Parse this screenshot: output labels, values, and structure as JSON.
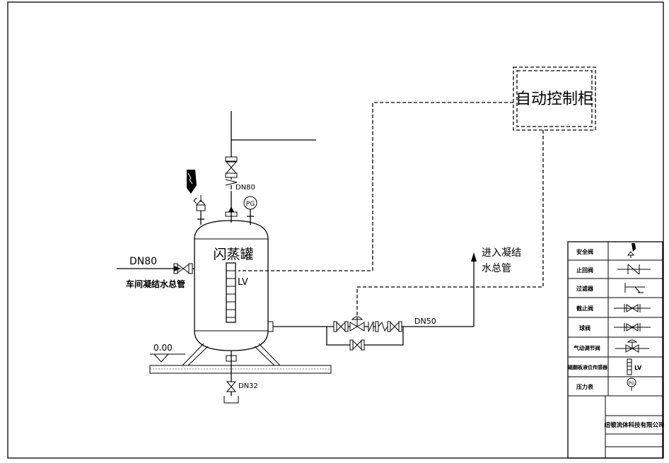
{
  "labels": {
    "cabinet": "自动控制柜",
    "tank": "闪蒸罐",
    "level_tag": "LV",
    "inlet_size": "DN80",
    "inlet_name": "车间凝结水总管",
    "top_size": "DN80",
    "outlet_dest_line1": "进入凝结",
    "outlet_dest_line2": "水总管",
    "outlet_size": "DN50",
    "drain_size": "DN32",
    "elevation": "0.00",
    "pg": "PG"
  },
  "legend": {
    "items": [
      {
        "name": "安全阀",
        "icon": "safety-valve-icon"
      },
      {
        "name": "止回阀",
        "icon": "check-valve-icon"
      },
      {
        "name": "过滤器",
        "icon": "strainer-icon"
      },
      {
        "name": "截止阀",
        "icon": "globe-valve-icon"
      },
      {
        "name": "球阀",
        "icon": "ball-valve-icon"
      },
      {
        "name": "气动调节阀",
        "icon": "pneumatic-control-valve-icon"
      },
      {
        "name": "磁翻板液位传感器",
        "icon": "magnetic-level-sensor-icon",
        "tag": "LV"
      },
      {
        "name": "压力表",
        "icon": "pressure-gauge-icon"
      }
    ],
    "company": "纽顿流体科技有限公司"
  }
}
